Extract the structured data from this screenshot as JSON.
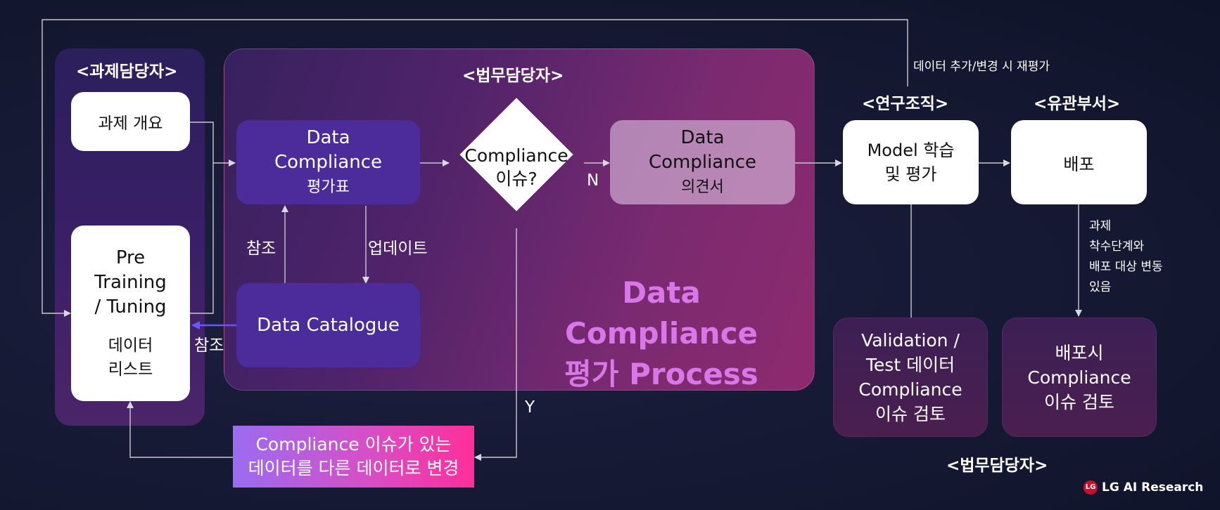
{
  "headers": {
    "task_owner": "<과제담당자>",
    "legal_owner_top": "<법무담당자>",
    "research_org": "<연구조직>",
    "related_dept": "<유관부서>",
    "legal_owner_bottom": "<법무담당자>"
  },
  "boxes": {
    "task_overview": "과제 개요",
    "pretraining_line1": "Pre",
    "pretraining_line2": "Training",
    "pretraining_line3": "/ Tuning",
    "pretraining_line4": "데이터",
    "pretraining_line5": "리스트",
    "eval_table_line1": "Data",
    "eval_table_line2": "Compliance",
    "eval_table_line3": "평가표",
    "decision_line1": "Compliance",
    "decision_line2": "이슈?",
    "opinion_line1": "Data",
    "opinion_line2": "Compliance",
    "opinion_line3": "의견서",
    "catalogue": "Data Catalogue",
    "model_line1": "Model 학습",
    "model_line2": "및 평가",
    "deploy": "배포",
    "validation_line1": "Validation /",
    "validation_line2": "Test 데이터",
    "validation_line3": "Compliance",
    "validation_line4": "이슈 검토",
    "deploy_issue_line1": "배포시",
    "deploy_issue_line2": "Compliance",
    "deploy_issue_line3": "이슈 검토",
    "change_line1": "Compliance 이슈가 있는",
    "change_line2": "데이터를 다른 데이터로 변경"
  },
  "labels": {
    "reevaluate": "데이터 추가/변경 시 재평가",
    "reference_up": "참조",
    "update": "업데이트",
    "reference_left": "참조",
    "no": "N",
    "yes": "Y",
    "note_line1": "과제",
    "note_line2": "착수단계와",
    "note_line3": "배포 대상 변동",
    "note_line4": "있음"
  },
  "process_title_line1": "Data Compliance",
  "process_title_line2": "평가 Process",
  "brand": "LG AI Research",
  "colors": {
    "lane_purple": "#4b2c9a",
    "title_gradient_start": "#d977e8",
    "title_gradient_end": "#a45cf0",
    "change_box_start": "#9a6cf2",
    "change_box_end": "#ff2e9a",
    "brand_red": "#c8102e"
  }
}
